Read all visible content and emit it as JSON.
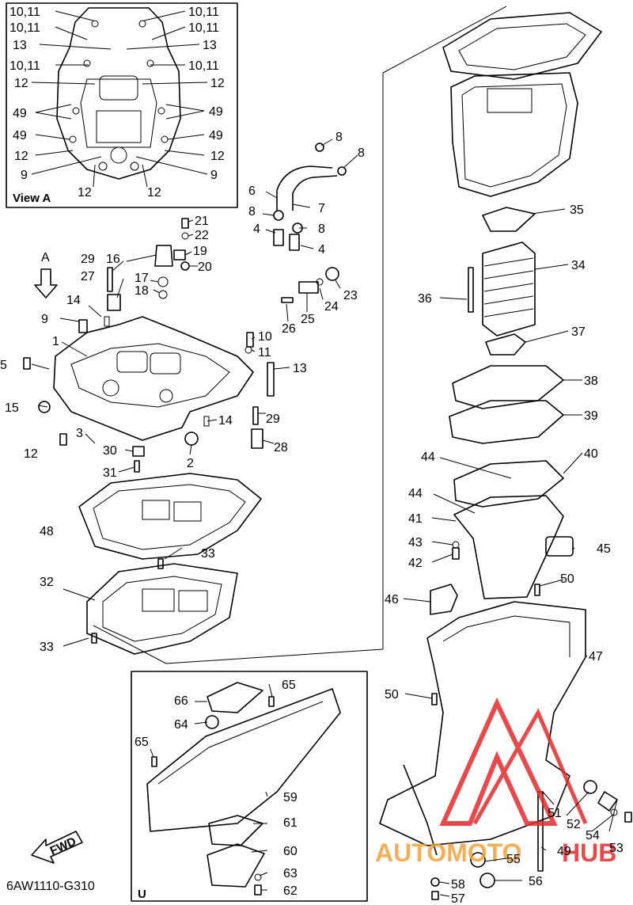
{
  "view_a": {
    "title": "View A",
    "labels_left": [
      "10,11",
      "10,11",
      "13",
      "10,11",
      "12",
      "49",
      "49",
      "12",
      "9",
      "12"
    ],
    "labels_right": [
      "10,11",
      "10,11",
      "13",
      "10,11",
      "12",
      "49",
      "49",
      "12",
      "9",
      "12"
    ]
  },
  "arrow_a_label": "A",
  "inset_u_label": "U",
  "fwd_label": "FWD",
  "diagram_code": "6AW1110-G310",
  "watermark": {
    "part1": "AUTOMOTO",
    "part2": "HUB"
  },
  "callouts": {
    "c1": "1",
    "c2": "2",
    "c3": "3",
    "c4a": "4",
    "c4b": "4",
    "c5": "5",
    "c6": "6",
    "c7": "7",
    "c8a": "8",
    "c8b": "8",
    "c8c": "8",
    "c8d": "8",
    "c9": "9",
    "c10": "10",
    "c11": "11",
    "c12": "12",
    "c13": "13",
    "c14a": "14",
    "c14b": "14",
    "c15": "15",
    "c16": "16",
    "c17": "17",
    "c18": "18",
    "c19": "19",
    "c20": "20",
    "c21": "21",
    "c22": "22",
    "c23": "23",
    "c24": "24",
    "c25": "25",
    "c26": "26",
    "c27": "27",
    "c28": "28",
    "c29a": "29",
    "c29b": "29",
    "c30": "30",
    "c31": "31",
    "c32": "32",
    "c33a": "33",
    "c33b": "33",
    "c34": "34",
    "c35": "35",
    "c36": "36",
    "c37": "37",
    "c38": "38",
    "c39": "39",
    "c40": "40",
    "c41": "41",
    "c42": "42",
    "c43": "43",
    "c44a": "44",
    "c44b": "44",
    "c45": "45",
    "c46": "46",
    "c47": "47",
    "c48": "48",
    "c49": "49",
    "c50a": "50",
    "c50b": "50",
    "c51": "51",
    "c52": "52",
    "c53": "53",
    "c54": "54",
    "c55": "55",
    "c56": "56",
    "c57": "57",
    "c58": "58",
    "c59": "59",
    "c60": "60",
    "c61": "61",
    "c62": "62",
    "c63": "63",
    "c64": "64",
    "c65a": "65",
    "c65b": "65",
    "c66": "66"
  },
  "colors": {
    "line": "#000000",
    "watermark_red": "#e32b2b",
    "watermark_orange": "#f2a23a"
  }
}
